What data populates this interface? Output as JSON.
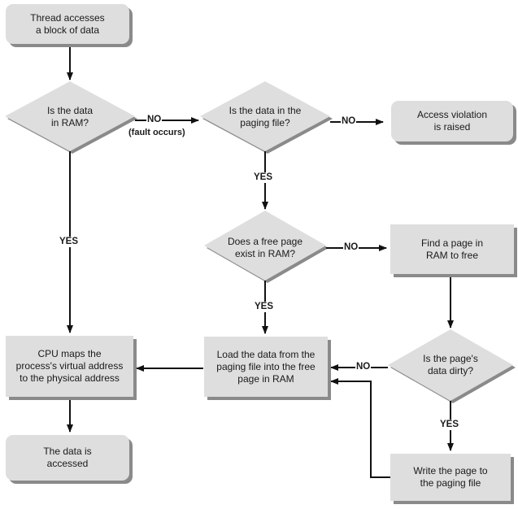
{
  "nodes": {
    "thread_access": "Thread accesses\na block of data",
    "data_in_ram": "Is the data\nin RAM?",
    "data_in_paging_file": "Is the data in the\npaging file?",
    "access_violation": "Access violation\nis raised",
    "free_page_exists": "Does a free page\nexist in RAM?",
    "find_page": "Find a page in\nRAM to free",
    "cpu_maps": "CPU maps the\nprocess's virtual address\nto the physical address",
    "load_data": "Load the data from the\npaging file into the free\npage in RAM",
    "page_dirty": "Is the page's\ndata dirty?",
    "data_accessed": "The data is\naccessed",
    "write_page": "Write the page to\nthe paging file"
  },
  "edges": {
    "no_fault": "NO",
    "fault_note": "(fault occurs)",
    "no_paging": "NO",
    "yes_paging": "YES",
    "yes_ram": "YES",
    "no_free": "NO",
    "yes_free": "YES",
    "no_dirty": "NO",
    "yes_dirty": "YES"
  },
  "colors": {
    "shape_fill": "#dedede",
    "shape_shadow": "#8a8a8a",
    "line": "#111111"
  }
}
